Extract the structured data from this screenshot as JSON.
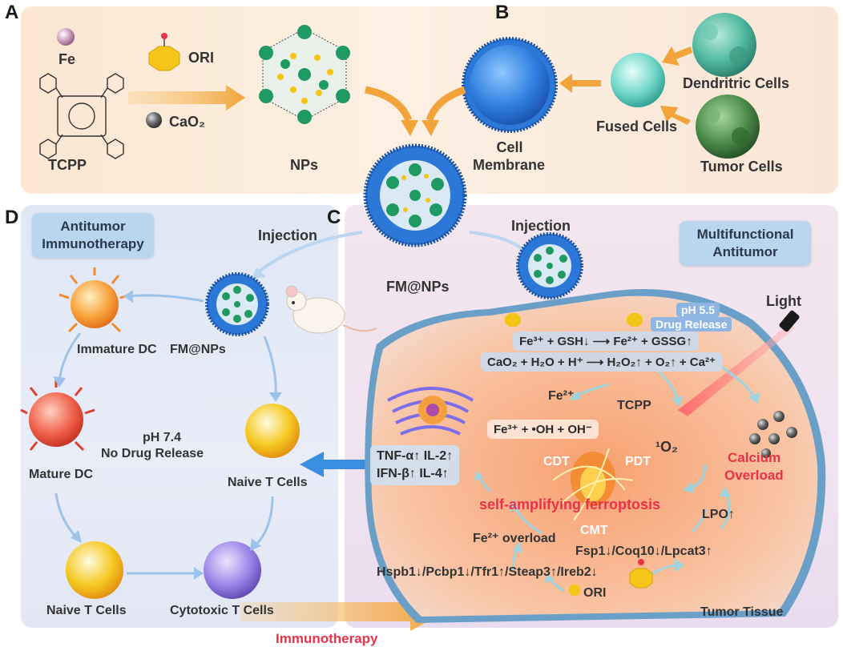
{
  "panels": {
    "a": "A",
    "b": "B",
    "c": "C",
    "d": "D"
  },
  "top": {
    "fe": "Fe",
    "ori": "ORI",
    "cao2": "CaO₂",
    "tcpp": "TCPP",
    "nps": "NPs",
    "cell_membrane_line1": "Cell",
    "cell_membrane_line2": "Membrane",
    "fused_cells": "Fused Cells",
    "dendritic_cells": "Dendritric Cells",
    "tumor_cells": "Tumor Cells"
  },
  "middle": {
    "injection_left": "Injection",
    "injection_right": "Injection",
    "fm_nps": "FM@NPs"
  },
  "left": {
    "tag_line1": "Antitumor",
    "tag_line2": "Immunotherapy",
    "immature_dc": "Immature DC",
    "fm_nps": "FM@NPs",
    "ph": "pH 7.4",
    "no_release": "No Drug Release",
    "mature_dc": "Mature DC",
    "naive_t_right": "Naive T Cells",
    "naive_t_bottom": "Naive T Cells",
    "cytotoxic_t": "Cytotoxic T Cells",
    "immunotherapy": "Immunotherapy"
  },
  "right": {
    "tag_line1": "Multifunctional",
    "tag_line2": "Antitumor",
    "light": "Light",
    "ph": "pH 5.5",
    "drug_release": "Drug Release",
    "eq1": "Fe³⁺ + GSH↓ ⟶ Fe²⁺ + GSSG↑",
    "eq2": "CaO₂ + H₂O + H⁺ ⟶ H₂O₂↑ + O₂↑ + Ca²⁺",
    "fe2": "Fe²⁺",
    "tcpp": "TCPP",
    "eq3": "Fe³⁺ + •OH + OH⁻",
    "singlet_o2": "¹O₂",
    "calcium_line1": "Calcium",
    "calcium_line2": "Overload",
    "cyto_line1": "TNF-α↑ IL-2↑",
    "cyto_line2": "IFN-β↑ IL-4↑",
    "cdt": "CDT",
    "pdt": "PDT",
    "cmt": "CMT",
    "ferroptosis": "self-amplifying ferroptosis",
    "fe_overload": "Fe²⁺ overload",
    "lpo": "LPO↑",
    "fsp": "Fsp1↓/Coq10↓/Lpcat3↑",
    "genes": "Hspb1↓/Pcbp1↓/Tfr1↑/Steap3↑/Ireb2↓",
    "ori": "ORI",
    "tumor_tissue": "Tumor Tissue"
  },
  "colors": {
    "arrow_orange": "#f2a43a",
    "arrow_blue": "#3b8fe0",
    "red_text": "#e8324a",
    "tag_blue": "#b9d6ee"
  }
}
